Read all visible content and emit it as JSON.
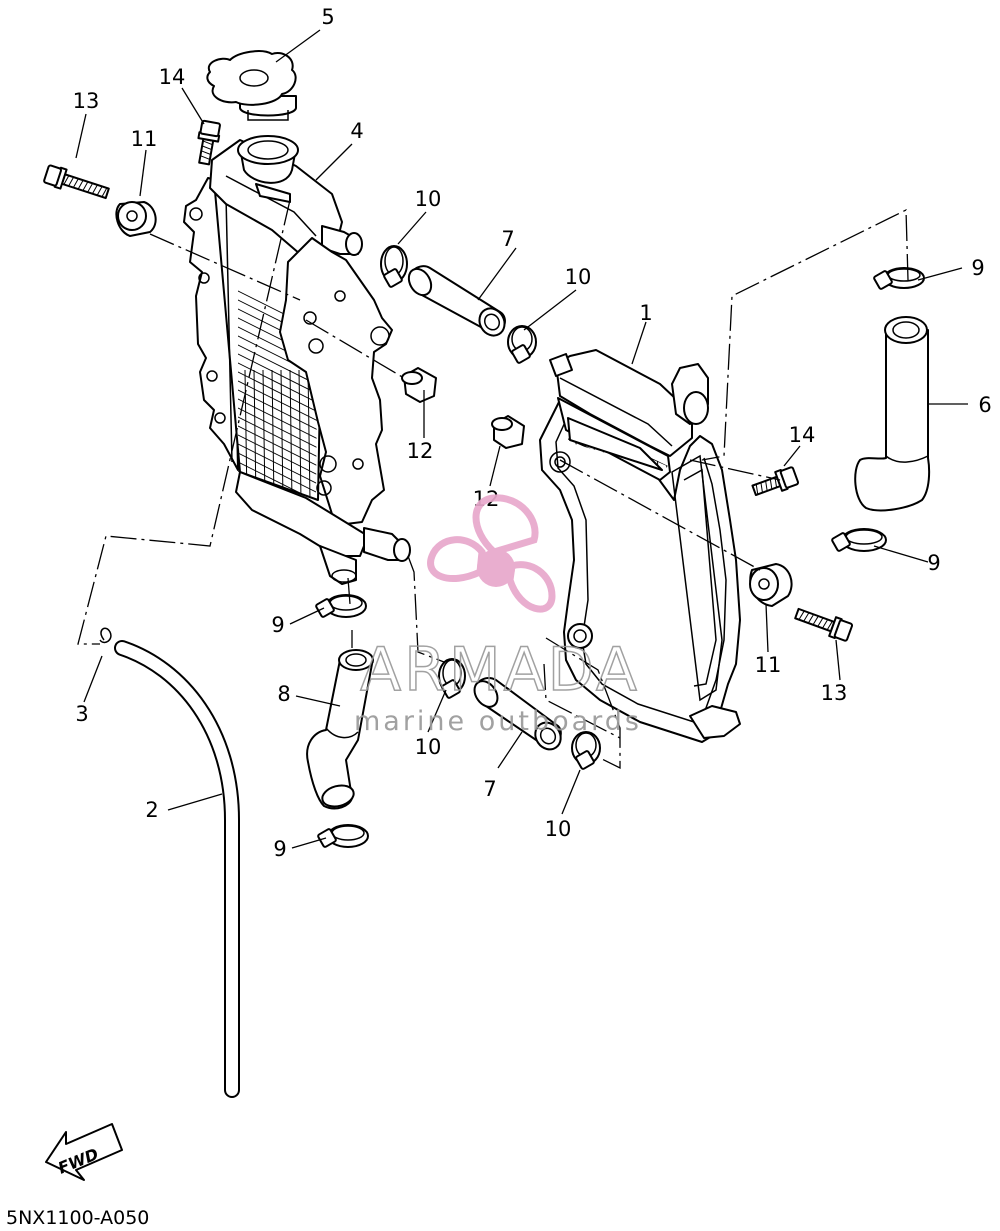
{
  "diagram_code": "5NX1100-A050",
  "fwd_label": "FWD",
  "watermark": {
    "title": "ARMADA",
    "subtitle": "marine outboards",
    "color": "#e8a8cc"
  },
  "callouts": [
    {
      "id": "c1",
      "text": "1"
    },
    {
      "id": "c2",
      "text": "2"
    },
    {
      "id": "c3",
      "text": "3"
    },
    {
      "id": "c4",
      "text": "4"
    },
    {
      "id": "c5",
      "text": "5"
    },
    {
      "id": "c6",
      "text": "6"
    },
    {
      "id": "c7a",
      "text": "7"
    },
    {
      "id": "c7b",
      "text": "7"
    },
    {
      "id": "c8",
      "text": "8"
    },
    {
      "id": "c9a",
      "text": "9"
    },
    {
      "id": "c9b",
      "text": "9"
    },
    {
      "id": "c9c",
      "text": "9"
    },
    {
      "id": "c9d",
      "text": "9"
    },
    {
      "id": "c10a",
      "text": "10"
    },
    {
      "id": "c10b",
      "text": "10"
    },
    {
      "id": "c10c",
      "text": "10"
    },
    {
      "id": "c10d",
      "text": "10"
    },
    {
      "id": "c11a",
      "text": "11"
    },
    {
      "id": "c11b",
      "text": "11"
    },
    {
      "id": "c12a",
      "text": "12"
    },
    {
      "id": "c12b",
      "text": "12"
    },
    {
      "id": "c13a",
      "text": "13"
    },
    {
      "id": "c13b",
      "text": "13"
    },
    {
      "id": "c14a",
      "text": "14"
    },
    {
      "id": "c14b",
      "text": "14"
    }
  ]
}
